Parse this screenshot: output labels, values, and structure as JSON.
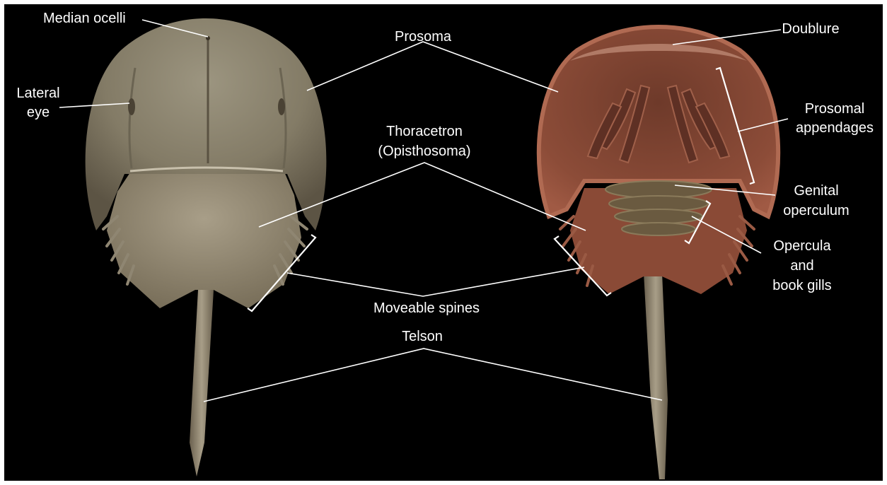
{
  "labels": {
    "median_ocelli": "Median ocelli",
    "lateral_eye_1": "Lateral",
    "lateral_eye_2": "eye",
    "prosoma": "Prosoma",
    "thoracetron_1": "Thoracetron",
    "thoracetron_2": "(Opisthosoma)",
    "moveable_spines": "Moveable spines",
    "telson": "Telson",
    "doublure": "Doublure",
    "prosomal_appendages_1": "Prosomal",
    "prosomal_appendages_2": "appendages",
    "genital_operculum_1": "Genital",
    "genital_operculum_2": "operculum",
    "opercula_1": "Opercula",
    "opercula_2": "and",
    "opercula_3": "book gills"
  },
  "colors": {
    "background": "#000000",
    "label_text": "#ffffff",
    "leader_lines": "#ffffff",
    "dorsal_shell": "#8c8570",
    "ventral_shell": "#8a4a36"
  }
}
